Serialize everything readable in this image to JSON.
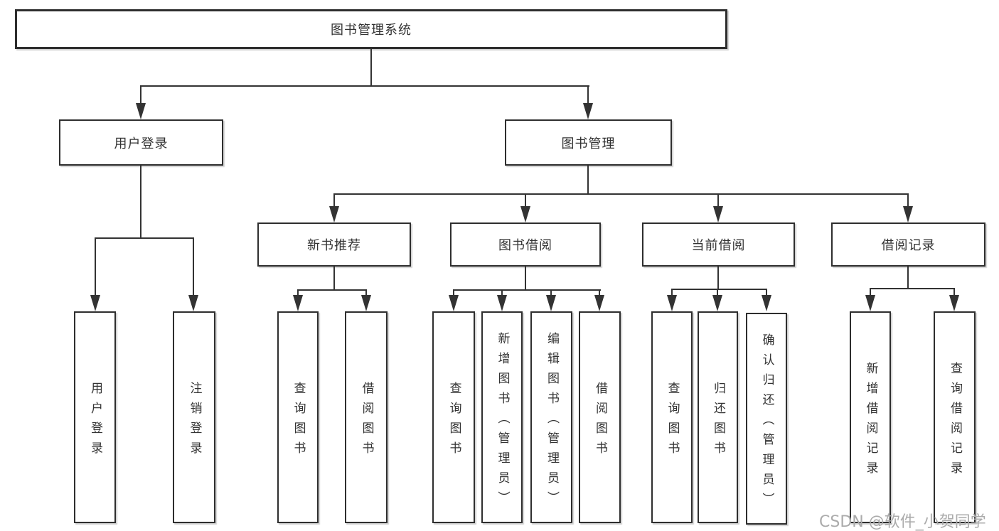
{
  "diagram_type": "tree-structure-chart",
  "colors": {
    "background": "#ffffff",
    "line": "#333333",
    "text": "#333333",
    "box_border": "#2e2e2e",
    "watermark": "#ababab"
  },
  "watermark": {
    "text": "CSDN @软件_小贺同学"
  },
  "hierarchy": {
    "label": "图书管理系统",
    "children": [
      {
        "label": "用户登录",
        "children": [
          {
            "label": "用户登录"
          },
          {
            "label": "注销登录"
          }
        ]
      },
      {
        "label": "图书管理",
        "children": [
          {
            "label": "新书推荐",
            "children": [
              {
                "label": "查询图书"
              },
              {
                "label": "借阅图书"
              }
            ]
          },
          {
            "label": "图书借阅",
            "children": [
              {
                "label": "查询图书"
              },
              {
                "label": "新增图书（管理员）"
              },
              {
                "label": "编辑图书（管理员）"
              },
              {
                "label": "借阅图书"
              }
            ]
          },
          {
            "label": "当前借阅",
            "children": [
              {
                "label": "查询图书"
              },
              {
                "label": "归还图书"
              },
              {
                "label": "确认归还（管理员）"
              }
            ]
          },
          {
            "label": "借阅记录",
            "children": [
              {
                "label": "新增借阅记录"
              },
              {
                "label": "查询借阅记录"
              }
            ]
          }
        ]
      }
    ]
  }
}
